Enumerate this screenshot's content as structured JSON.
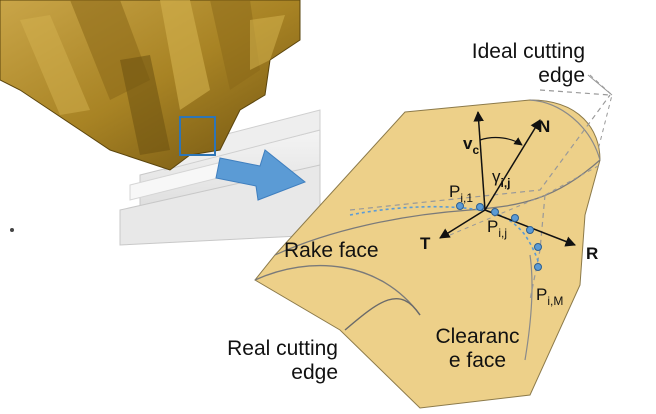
{
  "labels": {
    "ideal_cutting_edge_line1": "Ideal cutting",
    "ideal_cutting_edge_line2": "edge",
    "rake_face": "Rake face",
    "real_cutting_edge_line1": "Real cutting",
    "real_cutting_edge_line2": "edge",
    "clearance_face_line1": "Clearanc",
    "clearance_face_line2": "e  face"
  },
  "vectors": {
    "N": "N",
    "T": "T",
    "R": "R",
    "vc_main": "v",
    "vc_sub": "c",
    "gamma_main": "γ",
    "gamma_sub": "i,j"
  },
  "points": {
    "p_i1_main": "P",
    "p_i1_sub": "i,1",
    "p_ij_main": "P",
    "p_ij_sub": "i,j",
    "p_iM_main": "P",
    "p_iM_sub": "i,M"
  },
  "colors": {
    "tool_face": "#EDD089",
    "gear": "#B08A2E",
    "gear_dark": "#7A5A12",
    "arrow_fill": "#5B9BD5",
    "point_fill": "#5B9BD5",
    "highlight_box": "#2E75B6"
  }
}
